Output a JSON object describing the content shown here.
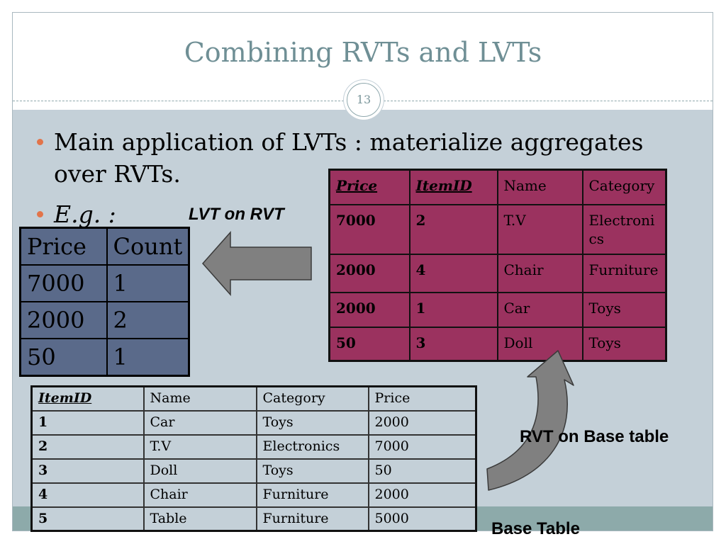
{
  "slide": {
    "title": "Combining RVTs and LVTs",
    "page_number": "13"
  },
  "bullets": [
    {
      "text_line1": "Main application of LVTs : materialize aggregates",
      "text_line2": "over RVTs."
    },
    {
      "text": "E.g. :"
    }
  ],
  "labels": {
    "lvt_on_rvt": "LVT on RVT",
    "rvt_on_base": "RVT on Base table",
    "base_table": "Base Table"
  },
  "count_table": {
    "headers": [
      "Price",
      "Count"
    ],
    "rows": [
      [
        "7000",
        "1"
      ],
      [
        "2000",
        "2"
      ],
      [
        "50",
        "1"
      ]
    ]
  },
  "lvt_table": {
    "headers": [
      "Price",
      "ItemID",
      "Name",
      "Category"
    ],
    "rows": [
      [
        "7000",
        "2",
        "T.V",
        "Electroni cs"
      ],
      [
        "2000",
        "4",
        "Chair",
        "Furniture"
      ],
      [
        "2000",
        "1",
        "Car",
        "Toys"
      ],
      [
        "50",
        "3",
        "Doll",
        "Toys"
      ]
    ]
  },
  "base_table": {
    "headers": [
      "ItemID",
      "Name",
      "Category",
      "Price"
    ],
    "rows": [
      [
        "1",
        "Car",
        "Toys",
        "2000"
      ],
      [
        "2",
        "T.V",
        "Electronics",
        "7000"
      ],
      [
        "3",
        "Doll",
        "Toys",
        "50"
      ],
      [
        "4",
        "Chair",
        "Furniture",
        "2000"
      ],
      [
        "5",
        "Table",
        "Furniture",
        "5000"
      ]
    ]
  },
  "colors": {
    "content_bg": "#c4d0d8",
    "title": "#6f8f95",
    "bullet_dot": "#e2744a",
    "count_table_bg": "#5a6a8a",
    "lvt_table_bg": "#9b325f",
    "arrow_fill": "#808080",
    "footer_bar": "#8daaaa"
  },
  "icons": [
    "left-arrow-icon",
    "curved-up-arrow-icon"
  ]
}
